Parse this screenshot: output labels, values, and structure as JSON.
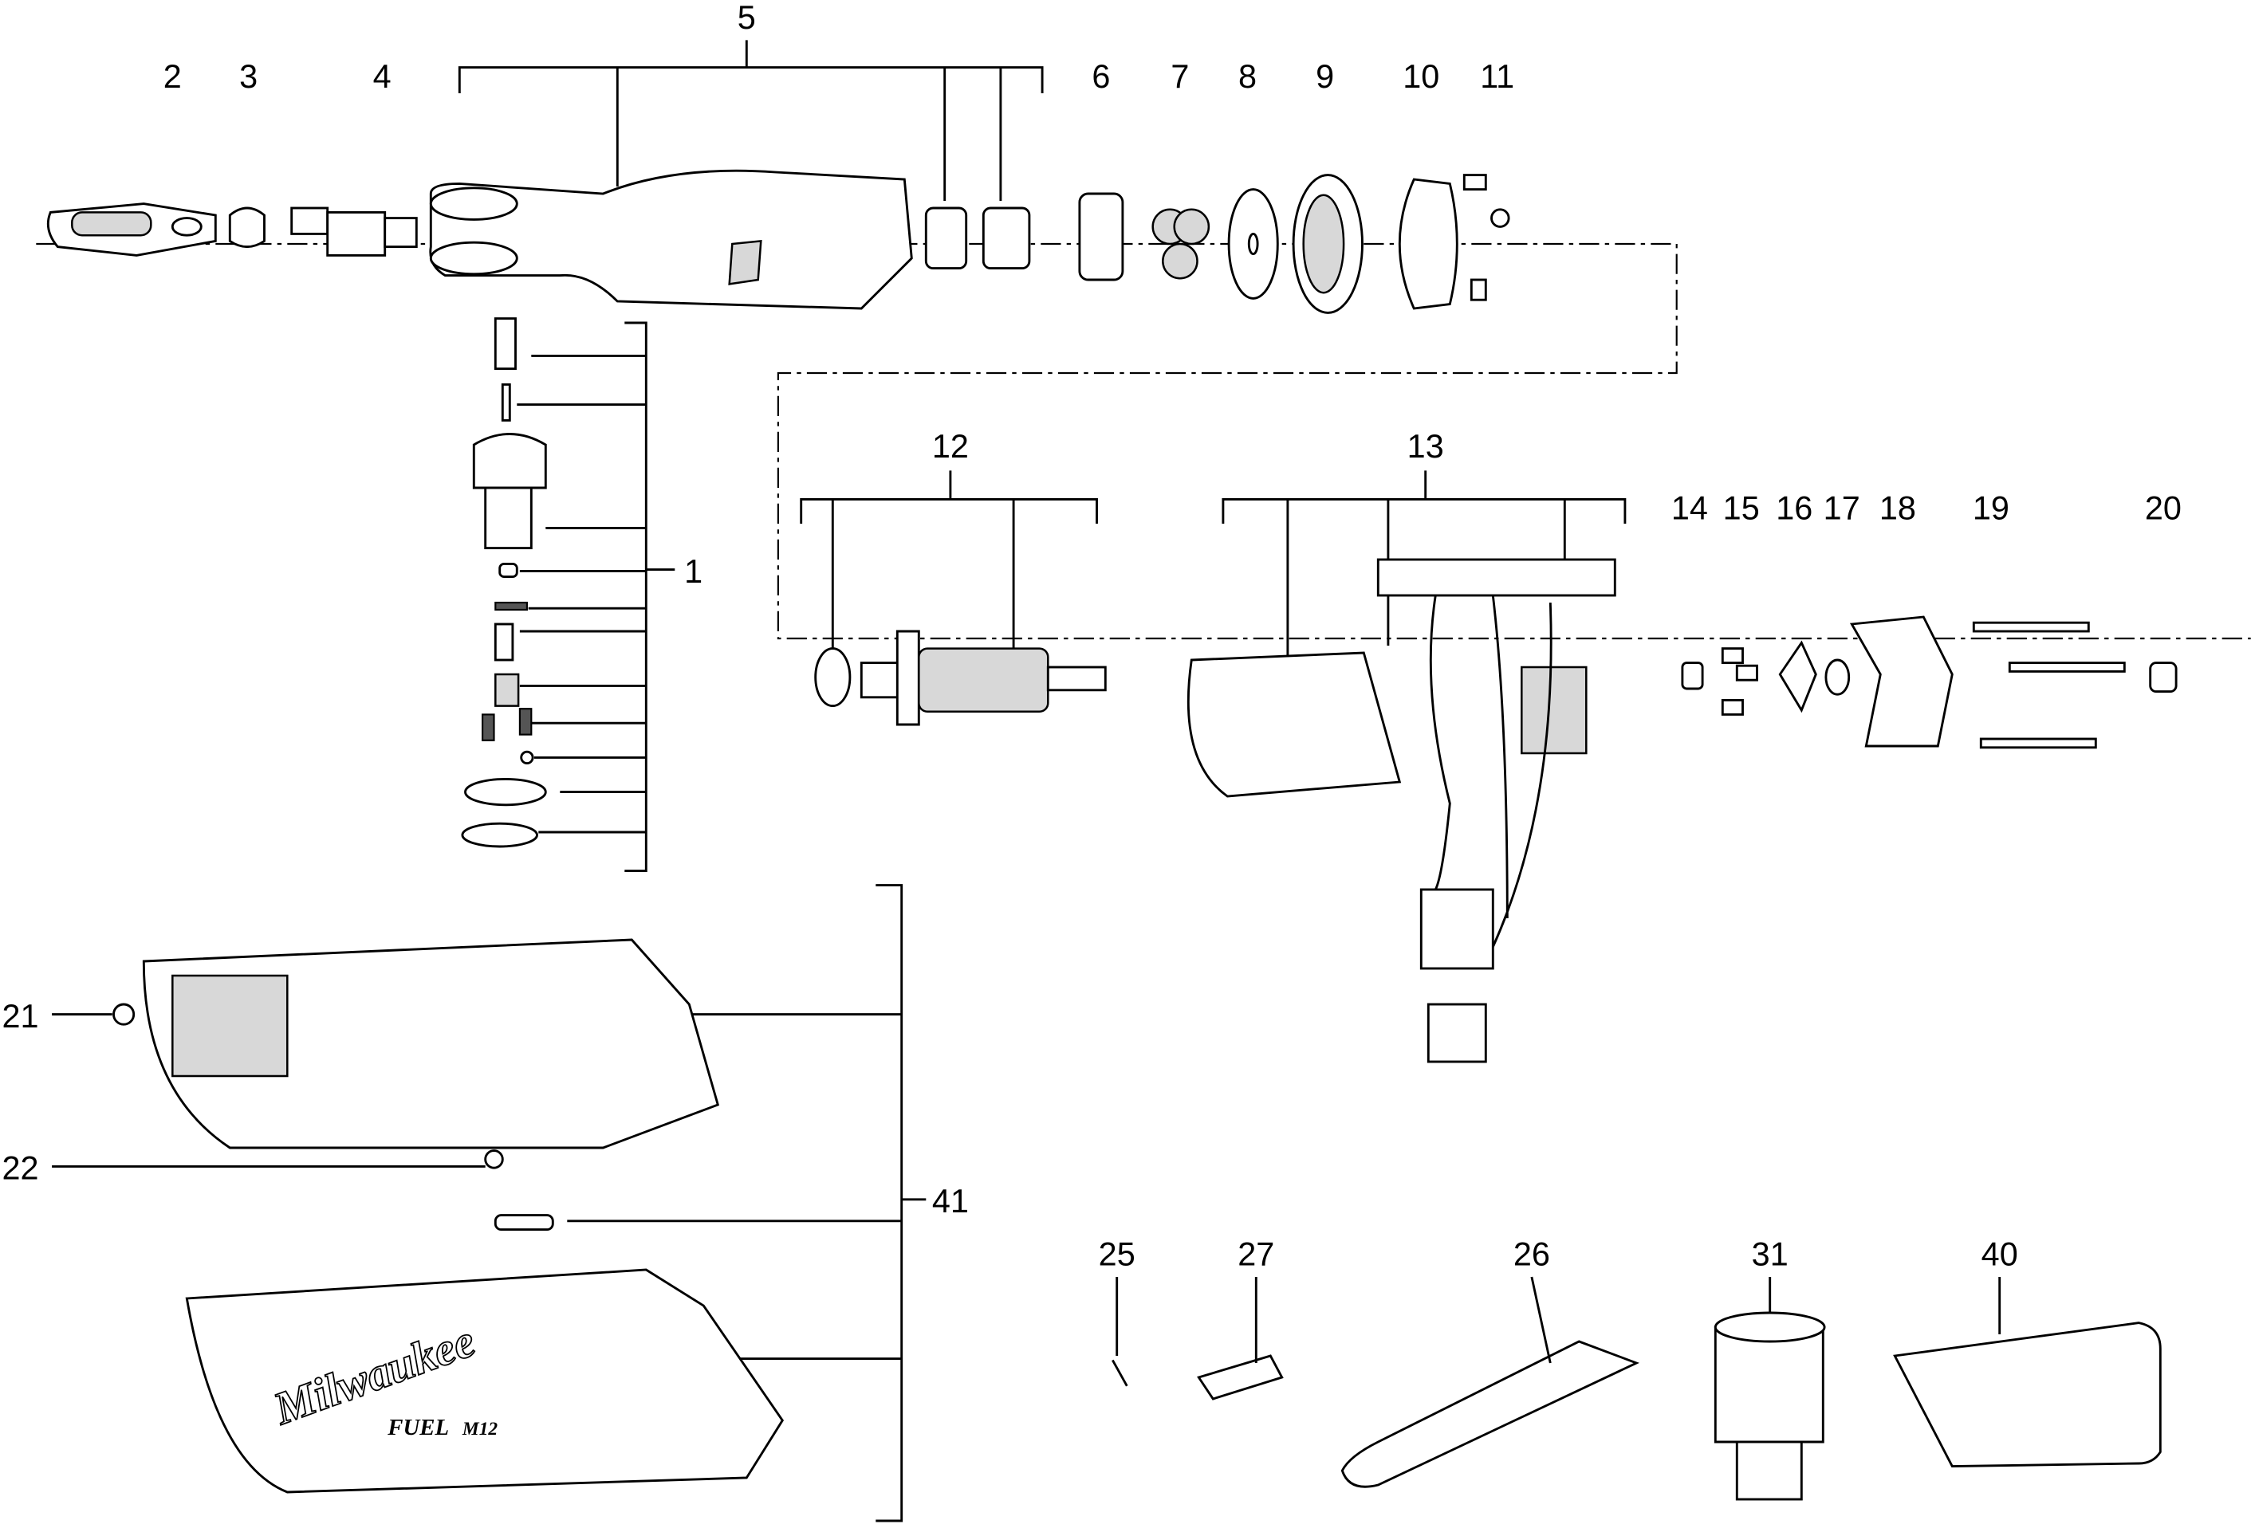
{
  "diagram": {
    "type": "exploded-parts-view",
    "part_labels": [
      "1",
      "2",
      "3",
      "4",
      "5",
      "6",
      "7",
      "8",
      "9",
      "10",
      "11",
      "12",
      "13",
      "14",
      "15",
      "16",
      "17",
      "18",
      "19",
      "20",
      "21",
      "22",
      "25",
      "26",
      "27",
      "31",
      "40",
      "41"
    ],
    "housing_branding": {
      "brand": "Milwaukee",
      "line": "FUEL",
      "platform": "M12"
    }
  }
}
